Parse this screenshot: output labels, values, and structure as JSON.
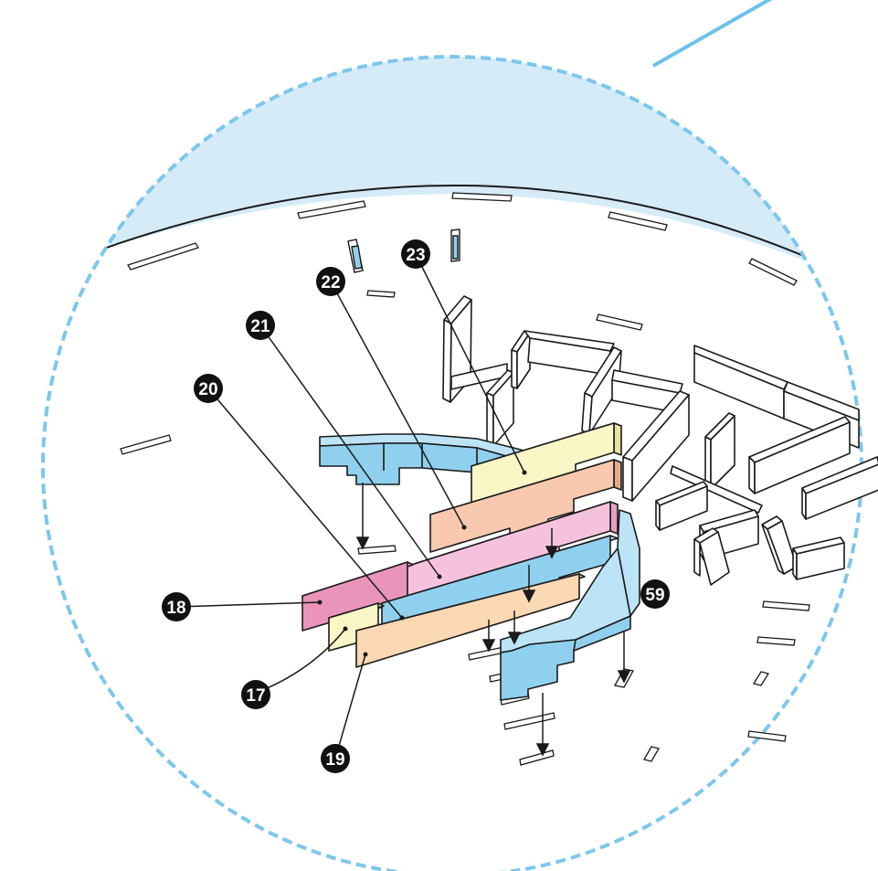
{
  "diagram": {
    "colors": {
      "circle_border": "#7dc7ec",
      "sky_fill": "#d5ecf8",
      "outline": "#1a1a1a",
      "blue_part": "#8fd0ee",
      "yellow_part": "#fbf6c6",
      "salmon_part": "#f8c9ae",
      "pink_part": "#f5c2dd",
      "magenta_part": "#ea94bc",
      "peach_part": "#fbd8b4",
      "callout_fill": "#111111",
      "callout_text": "#ffffff"
    },
    "callouts": [
      {
        "id": "c17",
        "number": "17"
      },
      {
        "id": "c18",
        "number": "18"
      },
      {
        "id": "c19",
        "number": "19"
      },
      {
        "id": "c20",
        "number": "20"
      },
      {
        "id": "c21",
        "number": "21"
      },
      {
        "id": "c22",
        "number": "22"
      },
      {
        "id": "c23",
        "number": "23"
      },
      {
        "id": "c59",
        "number": "59"
      }
    ]
  }
}
